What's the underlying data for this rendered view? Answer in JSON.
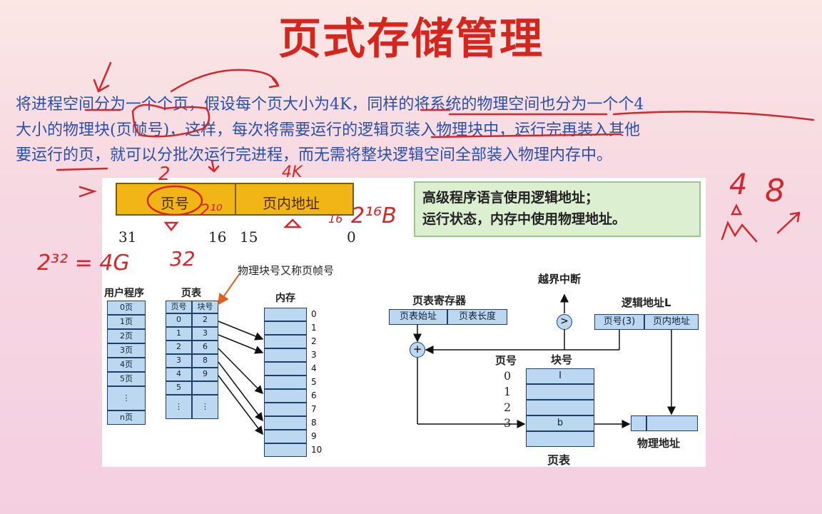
{
  "title": "页式存储管理",
  "paragraph": [
    "将进程空间分为一个个页，假设每个页大小为4K，同样的将系统的物理空间也分为一个个4",
    "大小的物理块(页帧号)，这样，每次将需要运行的逻辑页装入物理块中，运行完再装入其他",
    "要运行的页，就可以分批次运行完进程，而无需将整块逻辑空间全部装入物理内存中。"
  ],
  "address_bar": {
    "page_number": "页号",
    "offset": "页内地址"
  },
  "bit_labels": {
    "b31": "31",
    "b16": "16",
    "b15": "15",
    "b0": "0"
  },
  "note": {
    "line1": "高级程序语言使用逻辑地址；",
    "line2": "运行状态，内存中使用物理地址。"
  },
  "left_diagram": {
    "program_title": "用户程序",
    "program_pages": [
      "0页",
      "1页",
      "2页",
      "3页",
      "4页",
      "5页",
      "⋮",
      "n页"
    ],
    "page_table_title": "页表",
    "page_table_headers": [
      "页号",
      "块号"
    ],
    "page_table_rows": [
      [
        "0",
        "2"
      ],
      [
        "1",
        "3"
      ],
      [
        "2",
        "6"
      ],
      [
        "3",
        "8"
      ],
      [
        "4",
        "9"
      ],
      [
        "5",
        ""
      ],
      [
        "⋮",
        "⋮"
      ]
    ],
    "callout": "物理块号又称页帧号",
    "memory_title": "内存",
    "memory_numbers": [
      "0",
      "1",
      "2",
      "3",
      "4",
      "5",
      "6",
      "7",
      "8",
      "9",
      "10"
    ]
  },
  "right_diagram": {
    "register_title": "页表寄存器",
    "register_fields": [
      "页表始址",
      "页表长度"
    ],
    "interrupt": "越界中断",
    "compare_symbol": ">",
    "add_symbol": "+",
    "logical_title": "逻辑地址L",
    "logical_fields": [
      "页号(3)",
      "页内地址"
    ],
    "page_no_title": "页号",
    "block_no_title": "块号",
    "page_indices": [
      "0",
      "1",
      "2",
      "3"
    ],
    "block_values": [
      "I",
      "",
      "",
      "b",
      ""
    ],
    "table_caption": "页表",
    "physical_caption": "物理地址"
  },
  "annotations": {
    "a1": "2",
    "a2": "2¹⁰",
    "a3": "16",
    "a4": "2¹⁶B",
    "a5": "2³² = 4G",
    "a6": "32",
    "a7": "4",
    "a8": "8",
    "a9": "4K"
  },
  "colors": {
    "title": "#d4261c",
    "text": "#2a4fa8",
    "ink": "#d2282c",
    "bar": "#f2b516",
    "cell": "#bcd8f0"
  }
}
